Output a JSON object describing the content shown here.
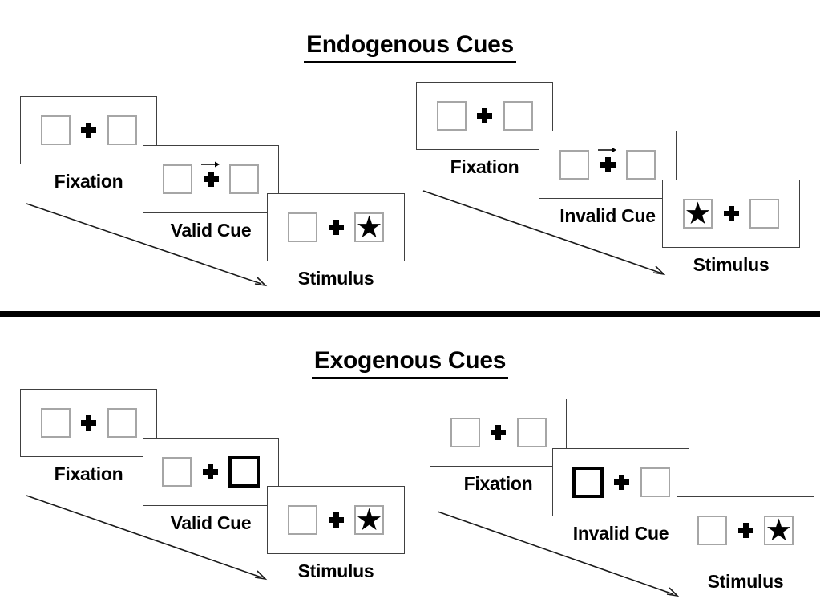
{
  "page": {
    "background": "#ffffff",
    "divider_color": "#000000",
    "text_color": "#000000",
    "card_border_color": "#404040",
    "box_border_color": "#a6a6a6",
    "highlight_border_color": "#000000"
  },
  "icons": {
    "star": "★",
    "fixation_cross": "plus",
    "cue_arrow": "right-arrow",
    "sequence_arrow": "diagonal-down-right-arrow"
  },
  "sections": [
    {
      "title": "Endogenous Cues",
      "panels": [
        {
          "name": "endogenous-valid-trial",
          "steps": [
            {
              "label": "Fixation",
              "left": "empty",
              "right": "empty",
              "cue": "none"
            },
            {
              "label": "Valid Cue",
              "left": "empty",
              "right": "empty",
              "cue": "arrow"
            },
            {
              "label": "Stimulus",
              "left": "empty",
              "right": "star",
              "cue": "none"
            }
          ]
        },
        {
          "name": "endogenous-invalid-trial",
          "steps": [
            {
              "label": "Fixation",
              "left": "empty",
              "right": "empty",
              "cue": "none"
            },
            {
              "label": "Invalid Cue",
              "left": "empty",
              "right": "empty",
              "cue": "arrow"
            },
            {
              "label": "Stimulus",
              "left": "star",
              "right": "empty",
              "cue": "none"
            }
          ]
        }
      ]
    },
    {
      "title": "Exogenous Cues",
      "panels": [
        {
          "name": "exogenous-valid-trial",
          "steps": [
            {
              "label": "Fixation",
              "left": "empty",
              "right": "empty",
              "cue": "none"
            },
            {
              "label": "Valid Cue",
              "left": "empty",
              "right": "empty",
              "cue": "right-box-highlight"
            },
            {
              "label": "Stimulus",
              "left": "empty",
              "right": "star",
              "cue": "none"
            }
          ]
        },
        {
          "name": "exogenous-invalid-trial",
          "steps": [
            {
              "label": "Fixation",
              "left": "empty",
              "right": "empty",
              "cue": "none"
            },
            {
              "label": "Invalid Cue",
              "left": "empty",
              "right": "empty",
              "cue": "left-box-highlight"
            },
            {
              "label": "Stimulus",
              "left": "empty",
              "right": "star",
              "cue": "none"
            }
          ]
        }
      ]
    }
  ]
}
